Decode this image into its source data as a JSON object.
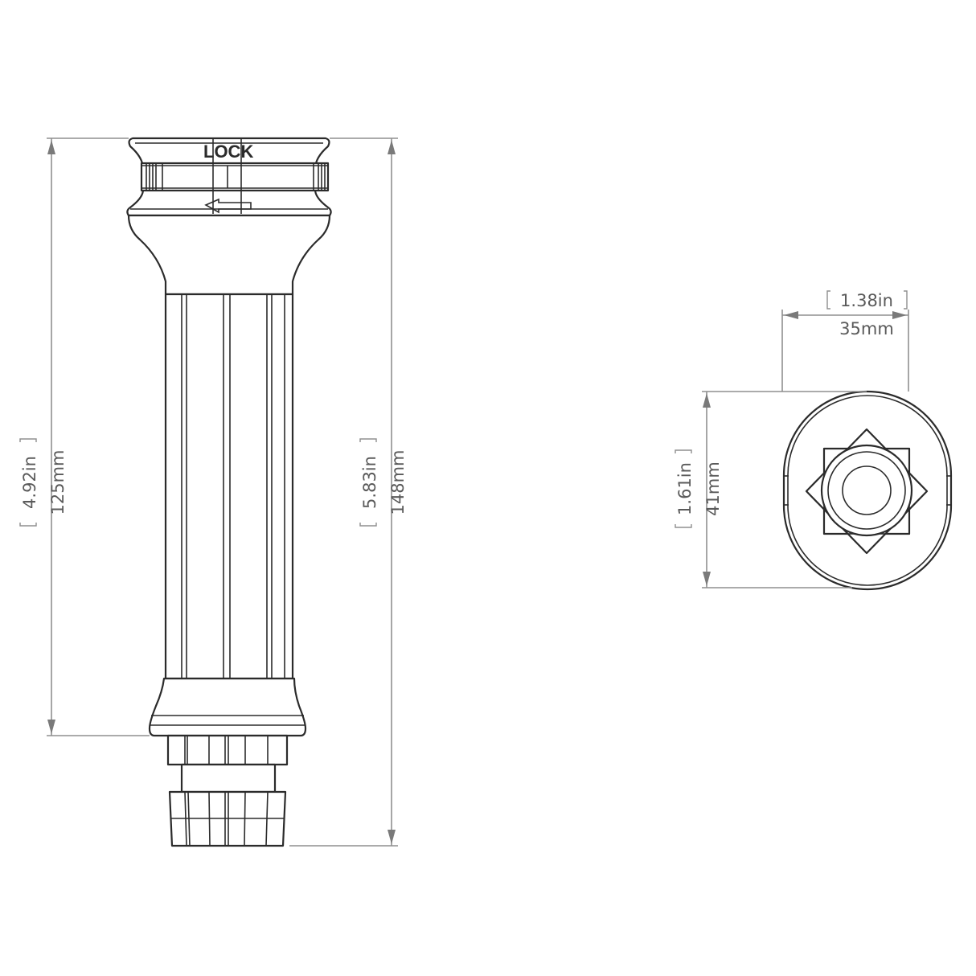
{
  "side_view": {
    "lock_label": "LOCK",
    "direction_arrow": "left-arrow-icon",
    "dimensions": {
      "inner_length": {
        "inches": "4.92in",
        "mm": "125mm"
      },
      "overall_length": {
        "inches": "5.83in",
        "mm": "148mm"
      }
    }
  },
  "top_view": {
    "dimensions": {
      "width": {
        "inches": "1.38in",
        "mm": "35mm"
      },
      "depth": {
        "inches": "1.61in",
        "mm": "41mm"
      }
    }
  },
  "colors": {
    "line": "#2b2b2b",
    "dimension_line": "#8f8f8f",
    "dimension_text": "#5a5a5a",
    "background": "#ffffff"
  }
}
